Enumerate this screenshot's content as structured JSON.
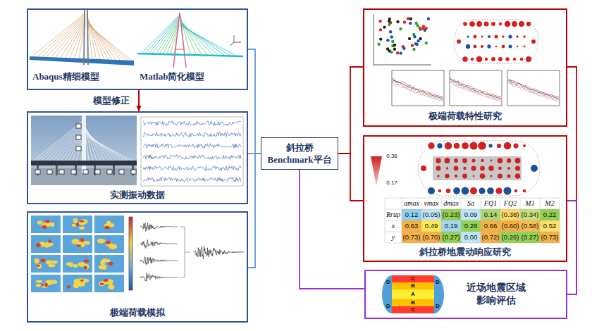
{
  "diagram": {
    "nodes": [
      {
        "text": [
          "Abaqus精细模型",
          "Matlab简化模型"
        ]
      },
      {
        "text": [
          "实测振动数据"
        ]
      },
      {
        "text": [
          "极端荷载模拟"
        ]
      },
      {
        "text": [
          "斜拉桥 Benchmark平台"
        ]
      },
      {
        "text": [
          "极端荷载特性研究"
        ]
      },
      {
        "text": [
          "斜拉桥地震动响应研究"
        ]
      },
      {
        "text": [
          "近场地震区域 影响评估"
        ]
      }
    ],
    "edges": [
      {
        "from": 0,
        "to": 1,
        "arrow": "to",
        "label": "模型修正"
      },
      {
        "from": 0,
        "to": 3,
        "arrow": "none"
      },
      {
        "from": 1,
        "to": 3,
        "arrow": "none"
      },
      {
        "from": 2,
        "to": 3,
        "arrow": "none"
      },
      {
        "from": 3,
        "to": 4,
        "arrow": "none"
      },
      {
        "from": 3,
        "to": 5,
        "arrow": "none"
      },
      {
        "from": 3,
        "to": 6,
        "arrow": "none"
      },
      {
        "from": 4,
        "to": 6,
        "arrow": "none"
      },
      {
        "from": 5,
        "to": 6,
        "arrow": "none"
      }
    ],
    "labels": [
      "0.36",
      "0.17",
      "amax",
      "vmax",
      "dmax",
      "Sa",
      "FQ1",
      "FQ2",
      "M1",
      "M2",
      "Rrup",
      "0.12",
      "(0.05)",
      "(0.23)",
      "0.09",
      "0.14",
      "(0.38)",
      "(0.34)",
      "0.22",
      "x",
      "0.63",
      "0.49",
      "0.19",
      "0.28",
      "0.66",
      "(0.60)",
      "(0.58)",
      "0.52",
      "y",
      "(0.73)",
      "(0.70)",
      "(0.27)",
      "0.00",
      "(0.72)",
      "(0.26)",
      "(0.27)",
      "(0.73)",
      "D",
      "C",
      "D",
      "B",
      "A",
      "B",
      "D",
      "C",
      "D"
    ]
  }
}
